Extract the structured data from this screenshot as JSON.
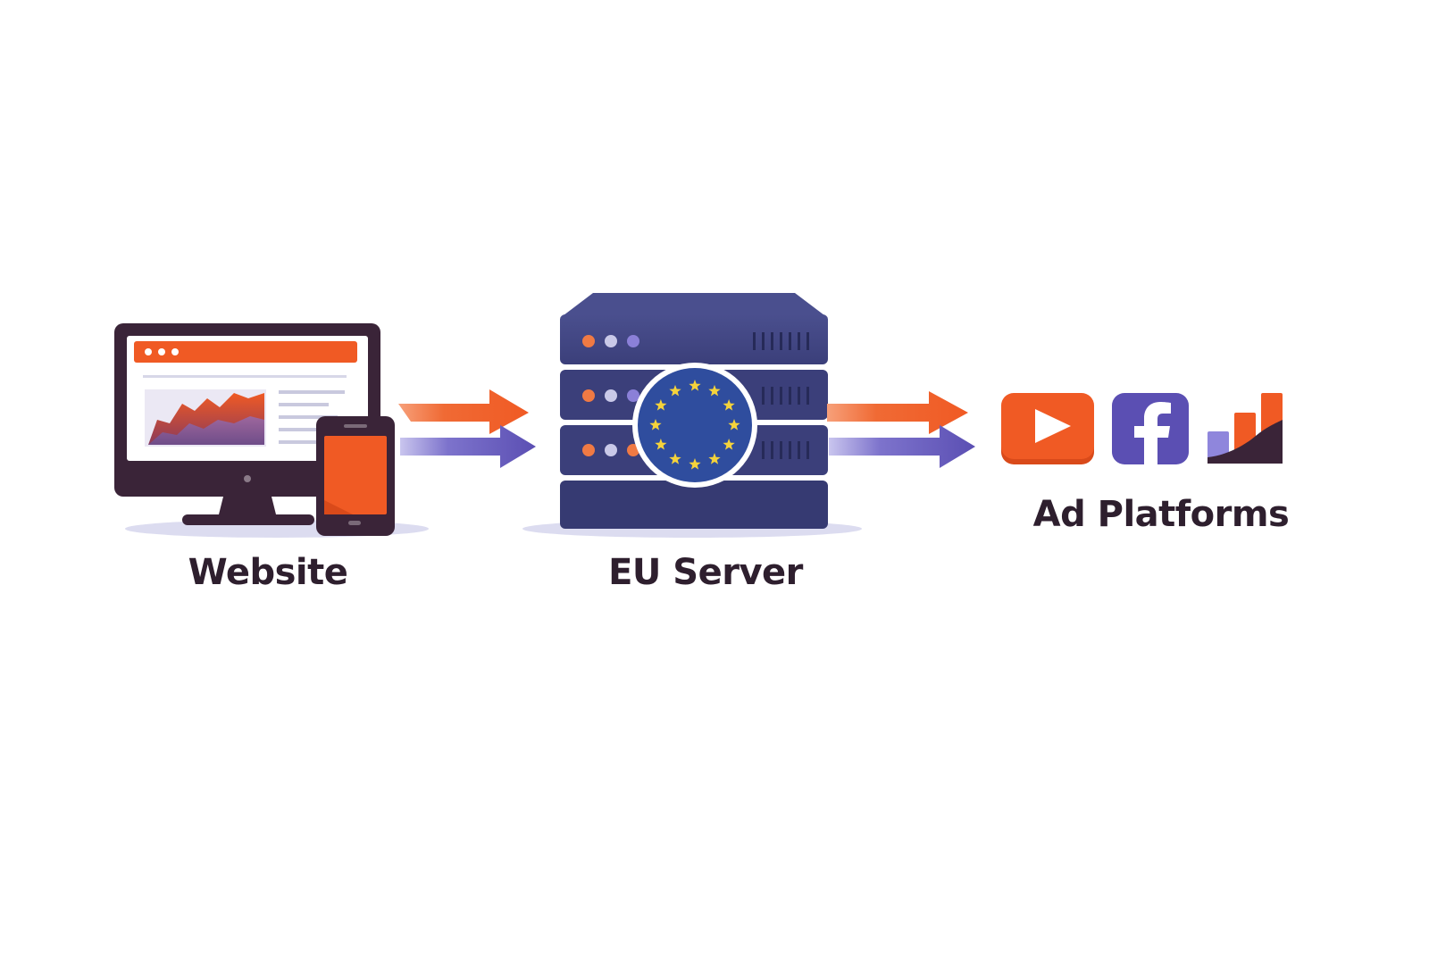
{
  "nodes": {
    "website": {
      "label": "Website"
    },
    "server": {
      "label": "EU Server"
    },
    "ads": {
      "label": "Ad Platforms"
    }
  },
  "colors": {
    "orange": "#f05a24",
    "purple": "#5b4fb3",
    "navy": "#3b3f7a",
    "dark": "#3a2438",
    "eu_blue": "#2f4d9e",
    "eu_star": "#f5d33b",
    "shadow": "#d9dbf0"
  },
  "icons": {
    "website": [
      "desktop-monitor-icon",
      "smartphone-icon"
    ],
    "server": [
      "server-rack-icon",
      "eu-flag-icon"
    ],
    "ads": [
      "youtube-icon",
      "facebook-icon",
      "bar-chart-icon"
    ],
    "flows": [
      "arrow-right-icon"
    ]
  }
}
